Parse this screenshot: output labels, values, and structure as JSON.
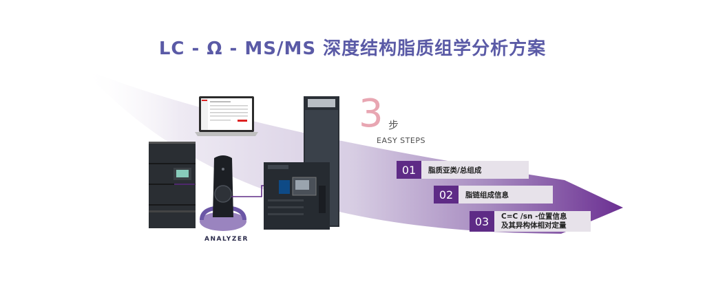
{
  "title": "LC - Ω - MS/MS 深度结构脂质组学分析方案",
  "big_number": "3",
  "bu": "步",
  "easy_steps": "EASY STEPS",
  "steps": [
    {
      "num": "01",
      "label": "脂质亚类/总组成"
    },
    {
      "num": "02",
      "label": "脂链组成信息"
    },
    {
      "num": "03",
      "line1": "C=C /sn -位置信息",
      "line2": "及其异构体相对定量"
    }
  ],
  "analyzer_label": "ANALYZER",
  "colors": {
    "title": "#5a5aa6",
    "accent": "#5e2b86",
    "pink": "#e8a6b2",
    "label_bg": "#e7e2ea"
  }
}
